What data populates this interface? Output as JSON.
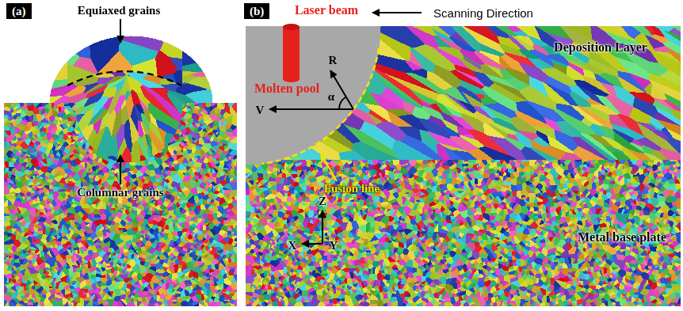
{
  "diagram": {
    "nodes": [
      {
        "text": [
          "(a)"
        ]
      },
      {
        "text": [
          "(b)"
        ]
      }
    ],
    "labels": [
      "Equiaxed grains",
      "Columnar grains",
      "Laser beam",
      "Scanning Direction",
      "Deposition Layer",
      "Molten pool",
      "R",
      "V",
      "α",
      "Fusion line",
      "Metal base plate",
      "Z",
      "X",
      "Y"
    ]
  }
}
